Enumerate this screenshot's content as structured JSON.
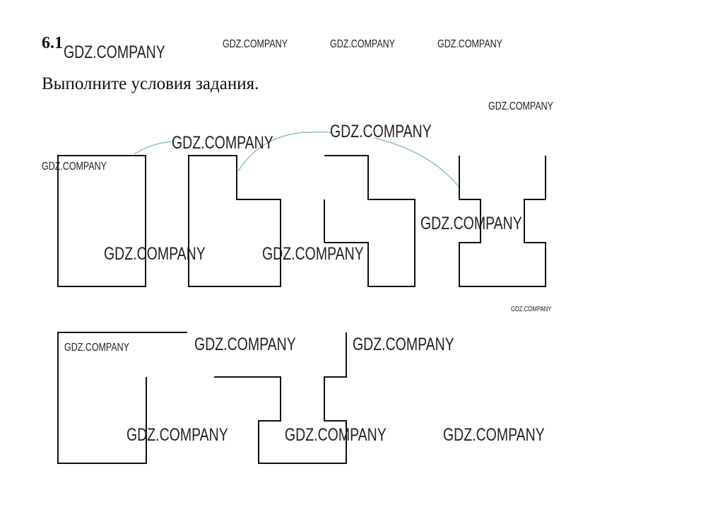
{
  "exercise": {
    "number": "6.1",
    "instruction": "Выполните условия задания."
  },
  "watermark": "GDZ.COMPANY",
  "colors": {
    "lines": "#111111",
    "arcs": "#5aa6b0"
  }
}
